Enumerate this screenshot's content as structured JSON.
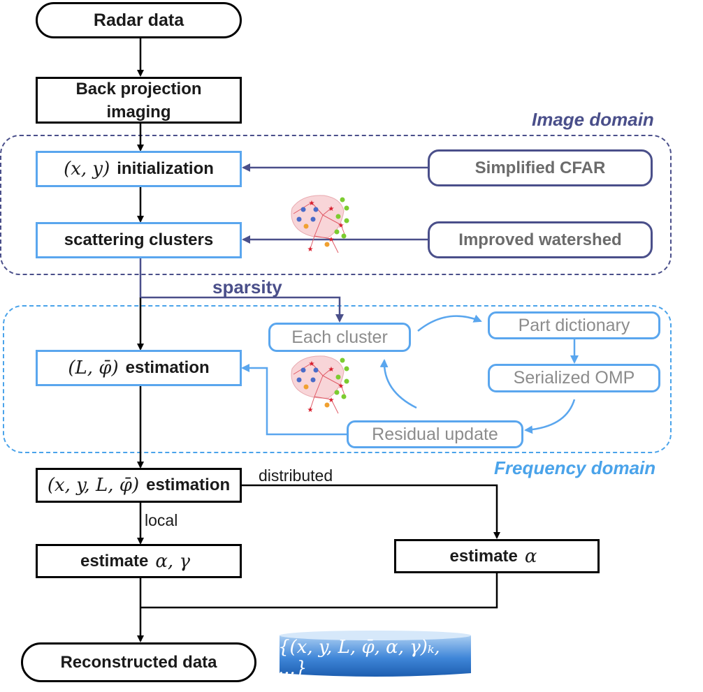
{
  "nodes": {
    "radar": "Radar data",
    "backproj_line1": "Back projection",
    "backproj_line2": "imaging",
    "init_math": "(x, y)",
    "init_text": "initialization",
    "clusters": "scattering clusters",
    "cfar": "Simplified CFAR",
    "watershed": "Improved watershed",
    "lphi_math": "(L, φ̄)",
    "lphi_text": "estimation",
    "each_cluster": "Each cluster",
    "part_dict": "Part dictionary",
    "serial_omp": "Serialized OMP",
    "residual": "Residual update",
    "full_math": "(x, y, L, φ̄)",
    "full_text": "estimation",
    "est_ag_text": "estimate",
    "est_ag_math": "α, γ",
    "est_a_text": "estimate",
    "est_a_math": "α",
    "reconstructed": "Reconstructed data",
    "param_set": "{(x, y, L, φ̄, α, γ)ₖ, ...}"
  },
  "labels": {
    "image_domain": "Image domain",
    "frequency_domain": "Frequency domain",
    "sparsity": "sparsity",
    "distributed": "distributed",
    "local": "local"
  },
  "colors": {
    "navy": "#4a4f8a",
    "blue": "#5aa6ee",
    "black": "#000000"
  }
}
